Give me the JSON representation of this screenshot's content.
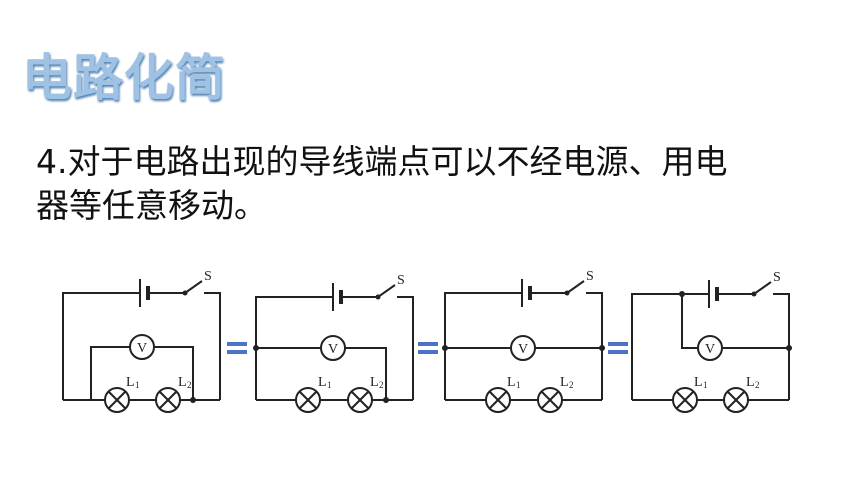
{
  "title": "电路化简",
  "body_lines": [
    "4.对于电路出现的导线端点可以不经电源、用电",
    "器等任意移动。"
  ],
  "diagram": {
    "voltmeter_label": "V",
    "switch_label": "S",
    "lamp1_label": "L",
    "lamp1_sub": "1",
    "lamp2_label": "L",
    "lamp2_sub": "2",
    "equals_color": "#4b74c6",
    "circuit_count": 4
  }
}
